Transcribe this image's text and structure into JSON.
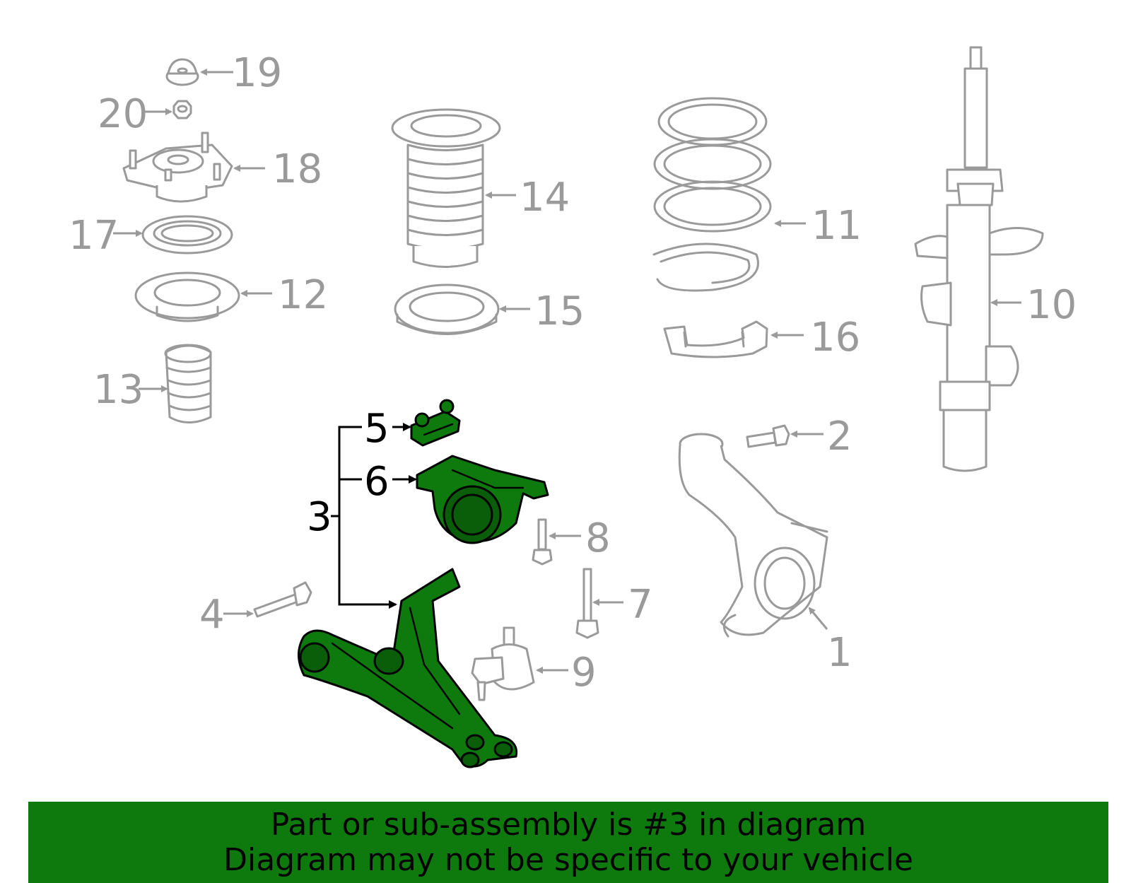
{
  "banner": {
    "line1": "Part or sub-assembly is #3 in diagram",
    "line2": "Diagram may not be specific to your vehicle"
  },
  "colors": {
    "highlight": "#0e7a0e",
    "part_outline": "#9a9a9a",
    "banner_bg": "#0e7a0e"
  },
  "callouts": {
    "c1": "1",
    "c2": "2",
    "c3": "3",
    "c4": "4",
    "c5": "5",
    "c6": "6",
    "c7": "7",
    "c8": "8",
    "c9": "9",
    "c10": "10",
    "c11": "11",
    "c12": "12",
    "c13": "13",
    "c14": "14",
    "c15": "15",
    "c16": "16",
    "c17": "17",
    "c18": "18",
    "c19": "19",
    "c20": "20"
  },
  "highlighted_parts": [
    "3",
    "5",
    "6"
  ]
}
